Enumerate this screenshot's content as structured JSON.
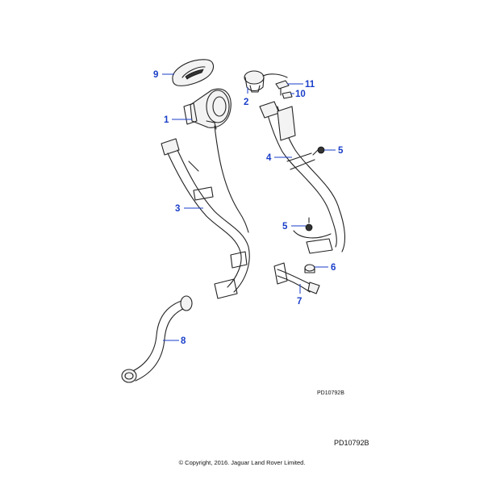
{
  "diagram": {
    "inner_ref": "PD10792B",
    "ref": "PD10792B",
    "copyright": "© Copyright, 2016. Jaguar Land Rover Limited.",
    "callouts": [
      "9",
      "1",
      "2",
      "11",
      "10",
      "4",
      "5",
      "3",
      "5",
      "6",
      "7",
      "8"
    ],
    "colors": {
      "callout": "#1a3ec9",
      "line": "#222222"
    }
  }
}
